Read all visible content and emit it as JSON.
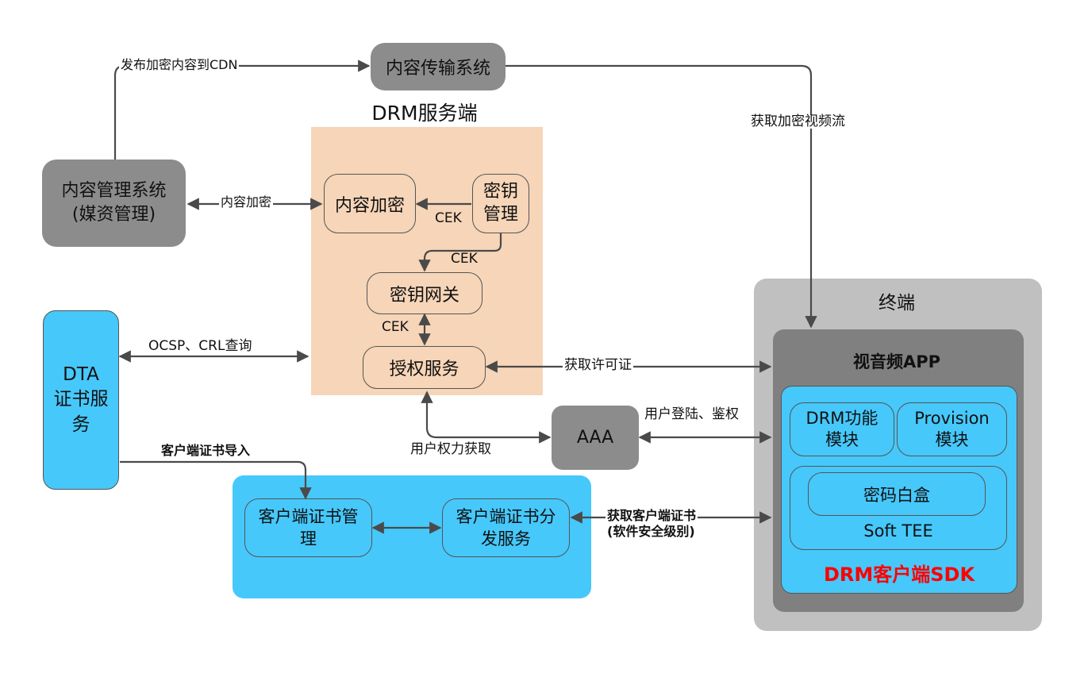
{
  "diagram": {
    "nodes": {
      "content_delivery": "内容传输系统",
      "cms_line1": "内容管理系统",
      "cms_line2": "(媒资管理)",
      "drm_server_title": "DRM服务端",
      "content_encrypt": "内容加密",
      "key_mgmt_line1": "密钥",
      "key_mgmt_line2": "管理",
      "key_gateway": "密钥网关",
      "license_service": "授权服务",
      "dta_line1": "DTA",
      "dta_line2": "证书服务",
      "dta_line3": "务",
      "aaa": "AAA",
      "client_cert_mgmt_line1": "客户端证书管",
      "client_cert_mgmt_line2": "理",
      "client_cert_dist_line1": "客户端证书分",
      "client_cert_dist_line2": "发服务",
      "terminal_title": "终端",
      "app_title": "视音频APP",
      "drm_function_line1": "DRM功能",
      "drm_function_line2": "模块",
      "provision_line1": "Provision",
      "provision_line2": "模块",
      "white_box": "密码白盒",
      "soft_tee": "Soft TEE",
      "sdk_title": "DRM客户端SDK"
    },
    "edge_labels": {
      "publish_cdn": "发布加密内容到CDN",
      "get_encrypted_stream": "获取加密视频流",
      "content_encrypt": "内容加密",
      "cek_1": "CEK",
      "cek_2": "CEK",
      "cek_3": "CEK",
      "ocsp_crl": "OCSP、CRL查询",
      "get_license": "获取许可证",
      "user_login_auth": "用户登陆、鉴权",
      "user_rights": "用户权力获取",
      "client_cert_import": "客户端证书导入",
      "get_client_cert_line1": "获取客户端证书",
      "get_client_cert_line2": "(软件安全级别)"
    },
    "colors": {
      "gray_node": "#8c8c8c",
      "drm_server_bg": "#f6d5b8",
      "blue": "#46c8fb",
      "terminal_bg": "#c0c0c0",
      "app_bg": "#808080",
      "sdk_title": "#ff0000",
      "arrow": "#4a4a4a"
    }
  }
}
